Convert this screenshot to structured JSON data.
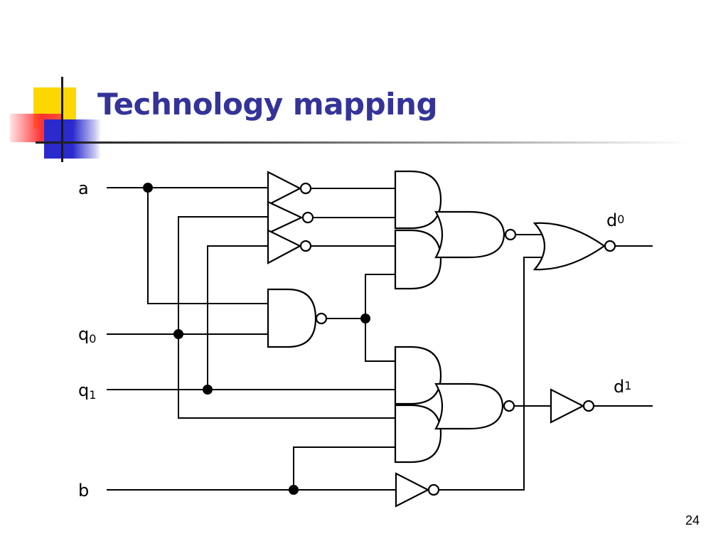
{
  "slide": {
    "title": "Technology mapping",
    "number": "24"
  },
  "diagram": {
    "inputs": {
      "a": "a",
      "q0": "q",
      "q0_sub": "0",
      "q1": "q",
      "q1_sub": "1",
      "b": "b"
    },
    "outputs": {
      "d0": "d",
      "d0_sub": "0",
      "d1": "d",
      "d1_sub": "1"
    }
  }
}
